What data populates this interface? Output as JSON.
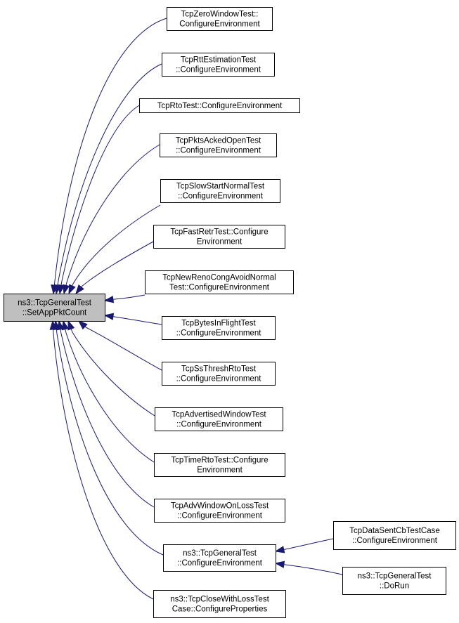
{
  "diagram": {
    "nodes": [
      {
        "id": "n0",
        "lines": [
          "ns3::TcpGeneralTest",
          "::SetAppPktCount"
        ],
        "focus": true
      },
      {
        "id": "n1",
        "lines": [
          "TcpZeroWindowTest::",
          "ConfigureEnvironment"
        ]
      },
      {
        "id": "n2",
        "lines": [
          "TcpRttEstimationTest",
          "::ConfigureEnvironment"
        ]
      },
      {
        "id": "n3",
        "lines": [
          "TcpRtoTest::ConfigureEnvironment"
        ]
      },
      {
        "id": "n4",
        "lines": [
          "TcpPktsAckedOpenTest",
          "::ConfigureEnvironment"
        ]
      },
      {
        "id": "n5",
        "lines": [
          "TcpSlowStartNormalTest",
          "::ConfigureEnvironment"
        ]
      },
      {
        "id": "n6",
        "lines": [
          "TcpFastRetrTest::Configure",
          "Environment"
        ]
      },
      {
        "id": "n7",
        "lines": [
          "TcpNewRenoCongAvoidNormal",
          "Test::ConfigureEnvironment"
        ]
      },
      {
        "id": "n8",
        "lines": [
          "TcpBytesInFlightTest",
          "::ConfigureEnvironment"
        ]
      },
      {
        "id": "n9",
        "lines": [
          "TcpSsThreshRtoTest",
          "::ConfigureEnvironment"
        ]
      },
      {
        "id": "n10",
        "lines": [
          "TcpAdvertisedWindowTest",
          "::ConfigureEnvironment"
        ]
      },
      {
        "id": "n11",
        "lines": [
          "TcpTimeRtoTest::Configure",
          "Environment"
        ]
      },
      {
        "id": "n12",
        "lines": [
          "TcpAdvWindowOnLossTest",
          "::ConfigureEnvironment"
        ]
      },
      {
        "id": "n13",
        "lines": [
          "ns3::TcpGeneralTest",
          "::ConfigureEnvironment"
        ]
      },
      {
        "id": "n14",
        "lines": [
          "ns3::TcpCloseWithLossTest",
          "Case::ConfigureProperties"
        ]
      },
      {
        "id": "n15",
        "lines": [
          "TcpDataSentCbTestCase",
          "::ConfigureEnvironment"
        ]
      },
      {
        "id": "n16",
        "lines": [
          "ns3::TcpGeneralTest",
          "::DoRun"
        ]
      }
    ],
    "edges": [
      {
        "from": "n1",
        "to": "n0"
      },
      {
        "from": "n2",
        "to": "n0"
      },
      {
        "from": "n3",
        "to": "n0"
      },
      {
        "from": "n4",
        "to": "n0"
      },
      {
        "from": "n5",
        "to": "n0"
      },
      {
        "from": "n6",
        "to": "n0"
      },
      {
        "from": "n7",
        "to": "n0"
      },
      {
        "from": "n8",
        "to": "n0"
      },
      {
        "from": "n9",
        "to": "n0"
      },
      {
        "from": "n10",
        "to": "n0"
      },
      {
        "from": "n11",
        "to": "n0"
      },
      {
        "from": "n12",
        "to": "n0"
      },
      {
        "from": "n13",
        "to": "n0"
      },
      {
        "from": "n14",
        "to": "n0"
      },
      {
        "from": "n15",
        "to": "n13"
      },
      {
        "from": "n16",
        "to": "n13"
      }
    ],
    "colors": {
      "edge": "#191970",
      "focus_fill": "#bfbfbf",
      "node_fill": "#ffffff",
      "node_border": "#000000"
    }
  }
}
